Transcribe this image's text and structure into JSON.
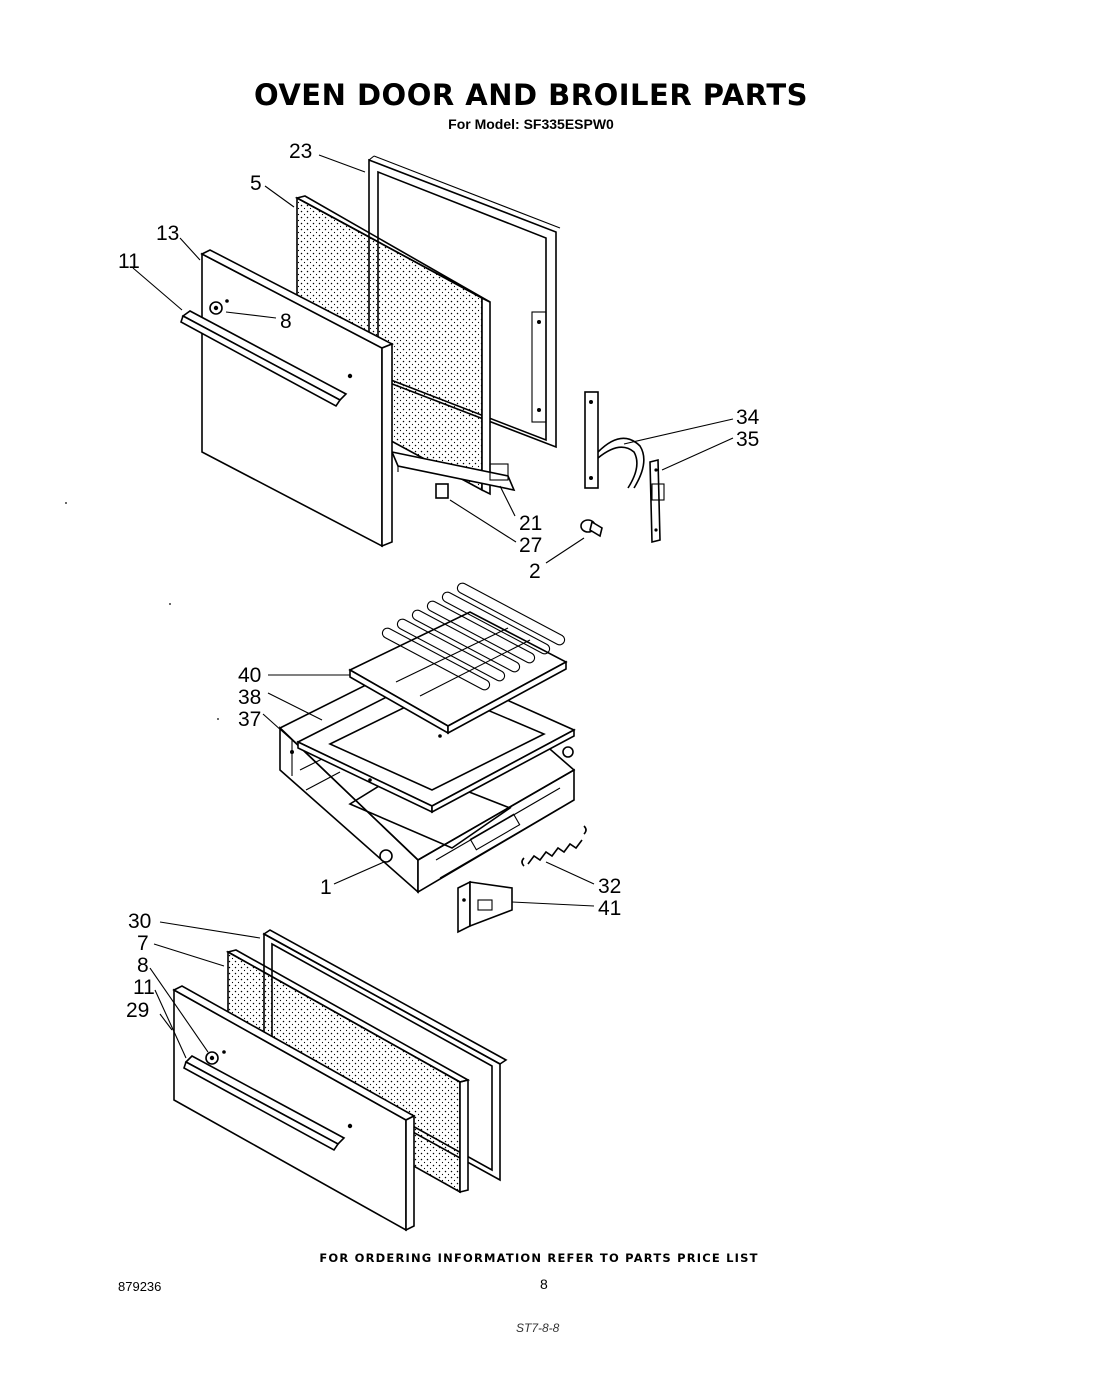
{
  "title": "OVEN DOOR AND BROILER PARTS",
  "subtitle": "For Model: SF335ESPW0",
  "footer_note": "FOR ORDERING INFORMATION REFER TO PARTS PRICE LIST",
  "document_number": "879236",
  "page_number": "8",
  "margin_scribble": "ST7-8-8",
  "callouts": {
    "c23": "23",
    "c5": "5",
    "c13": "13",
    "c11a": "11",
    "c8a": "8",
    "c34": "34",
    "c35": "35",
    "c21": "21",
    "c27": "27",
    "c2": "2",
    "c40": "40",
    "c38": "38",
    "c37": "37",
    "c1": "1",
    "c32": "32",
    "c41": "41",
    "c30": "30",
    "c7": "7",
    "c8b": "8",
    "c11b": "11",
    "c29": "29"
  }
}
